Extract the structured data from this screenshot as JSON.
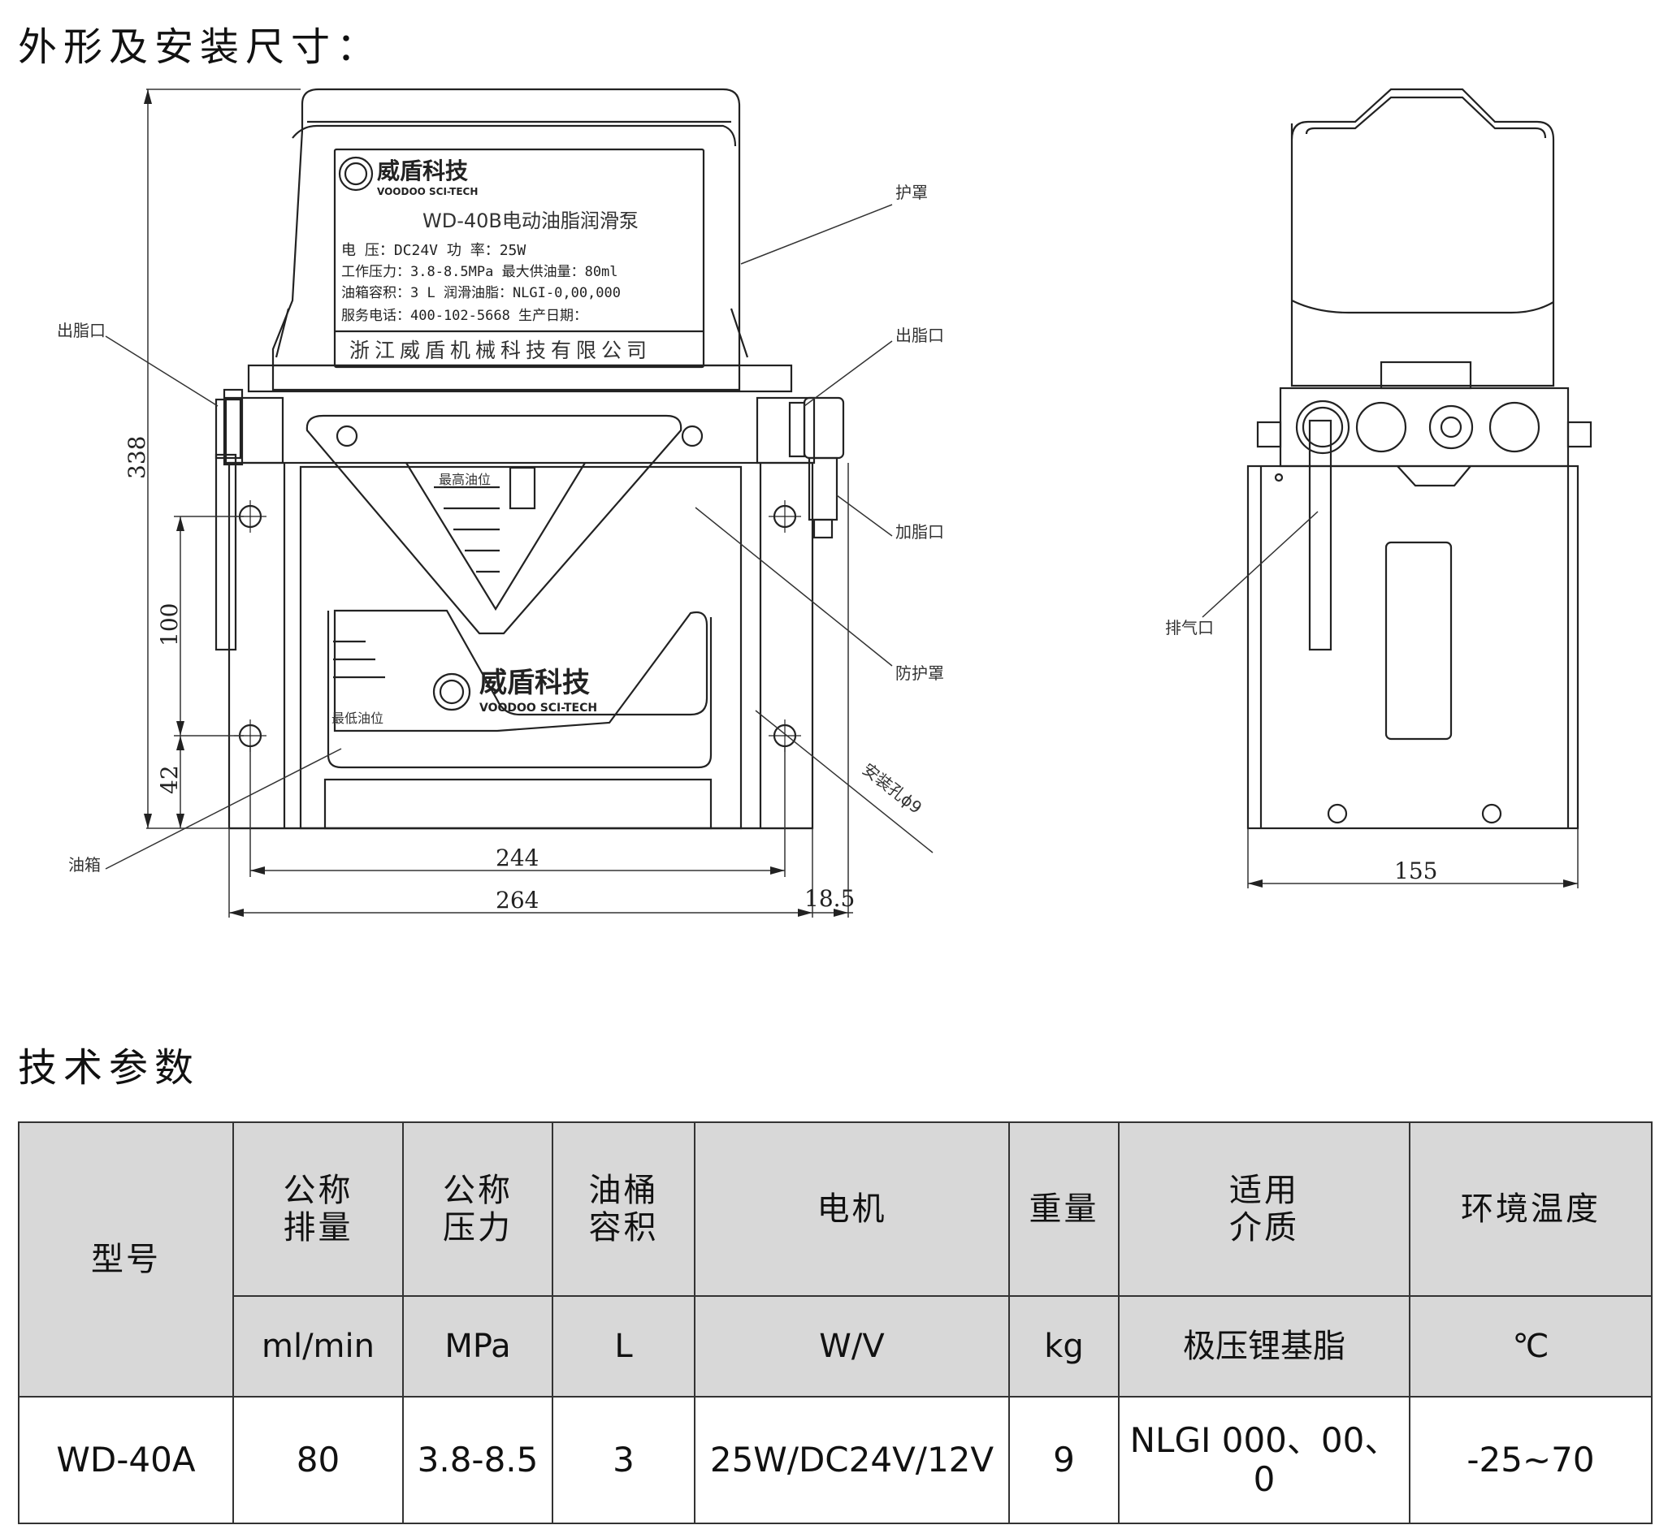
{
  "titles": {
    "dimensions": "外形及安装尺寸：",
    "specs": "技术参数"
  },
  "nameplate": {
    "brand_cn": "威盾科技",
    "brand_en": "VOODOO SCI-TECH",
    "model_title": "WD-40B电动油脂润滑泵",
    "line1": "电    压：DC24V    功    率：25W",
    "line2": "工作压力：3.8-8.5MPa 最大供油量：80ml",
    "line3": "油箱容积：3 L       润滑油脂：NLGI-0,00,000",
    "line4": "服务电话：400-102-5668  生产日期：",
    "company": "浙江威盾机械科技有限公司"
  },
  "tank_brand": {
    "cn": "威盾科技",
    "en": "VOODOO SCI-TECH",
    "max_level": "最高油位",
    "min_level": "最低油位"
  },
  "labels": {
    "cover": "护罩",
    "outlet_left": "出脂口",
    "outlet_right": "出脂口",
    "fill_port": "加脂口",
    "guard": "防护罩",
    "mount_hole": "安装孔ϕ9",
    "tank": "油箱",
    "vent": "排气口"
  },
  "dimensions": {
    "height": "338",
    "hole_spacing_v": "100",
    "bottom_offset": "42",
    "hole_spacing_h": "244",
    "width": "264",
    "fitting": "18.5",
    "side_width": "155"
  },
  "table": {
    "headers": {
      "model": "型号",
      "displacement": [
        "公称",
        "排量"
      ],
      "pressure": [
        "公称",
        "压力"
      ],
      "volume": [
        "油桶",
        "容积"
      ],
      "motor": "电机",
      "weight": "重量",
      "medium": [
        "适用",
        "介质"
      ],
      "temp": "环境温度"
    },
    "units": {
      "displacement": "ml/min",
      "pressure": "MPa",
      "volume": "L",
      "motor": "W/V",
      "weight": "kg",
      "medium": "极压锂基脂",
      "temp": "℃"
    },
    "row": {
      "model": "WD-40A",
      "displacement": "80",
      "pressure": "3.8-8.5",
      "volume": "3",
      "motor": "25W/DC24V/12V",
      "weight": "9",
      "medium": "NLGI 000、00、0",
      "temp": "-25~70"
    }
  }
}
